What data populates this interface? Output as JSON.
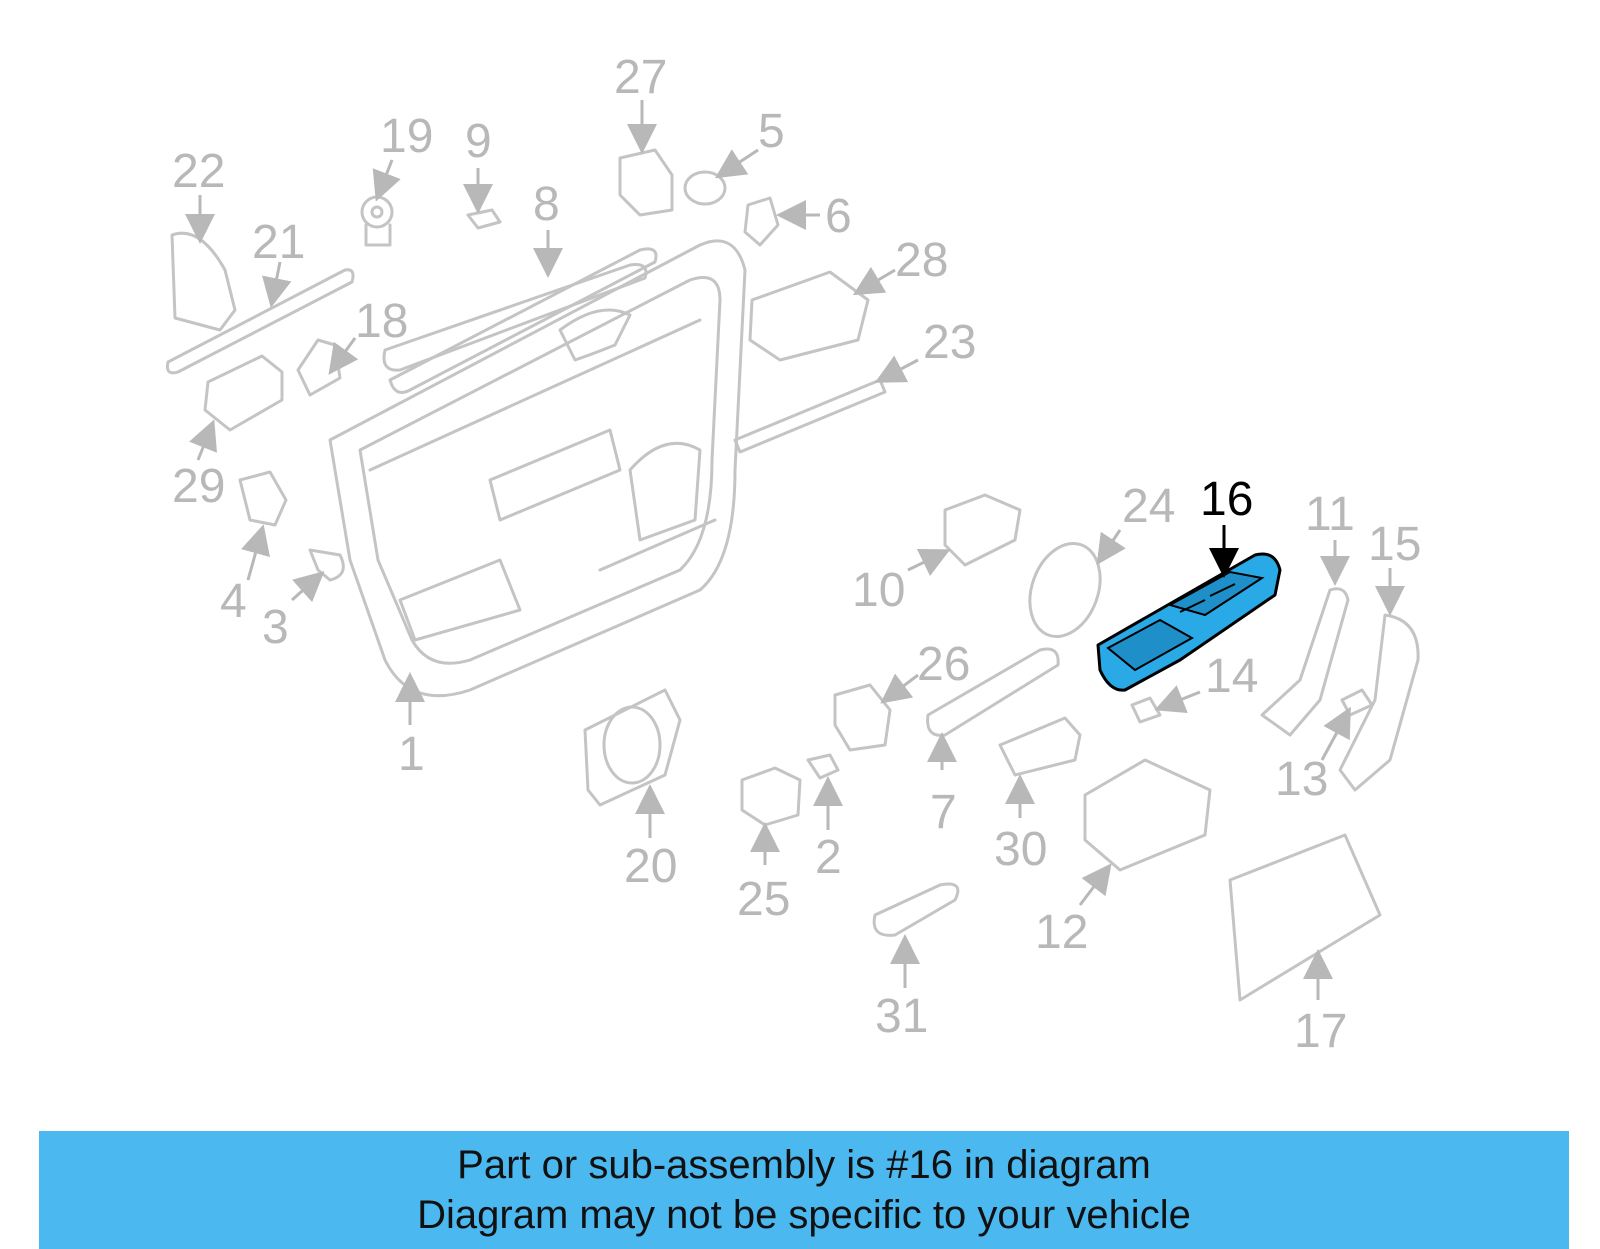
{
  "diagram": {
    "highlighted_part": "16",
    "highlight_color": "#29a9e6",
    "callouts": [
      "1",
      "2",
      "3",
      "4",
      "5",
      "6",
      "7",
      "8",
      "9",
      "10",
      "11",
      "12",
      "13",
      "14",
      "15",
      "16",
      "17",
      "18",
      "19",
      "20",
      "21",
      "22",
      "23",
      "24",
      "25",
      "26",
      "27",
      "28",
      "29",
      "30",
      "31"
    ]
  },
  "banner": {
    "line1": "Part or sub-assembly is #16 in diagram",
    "line2": "Diagram may not be specific to your vehicle",
    "background": "#4cb8f0"
  }
}
